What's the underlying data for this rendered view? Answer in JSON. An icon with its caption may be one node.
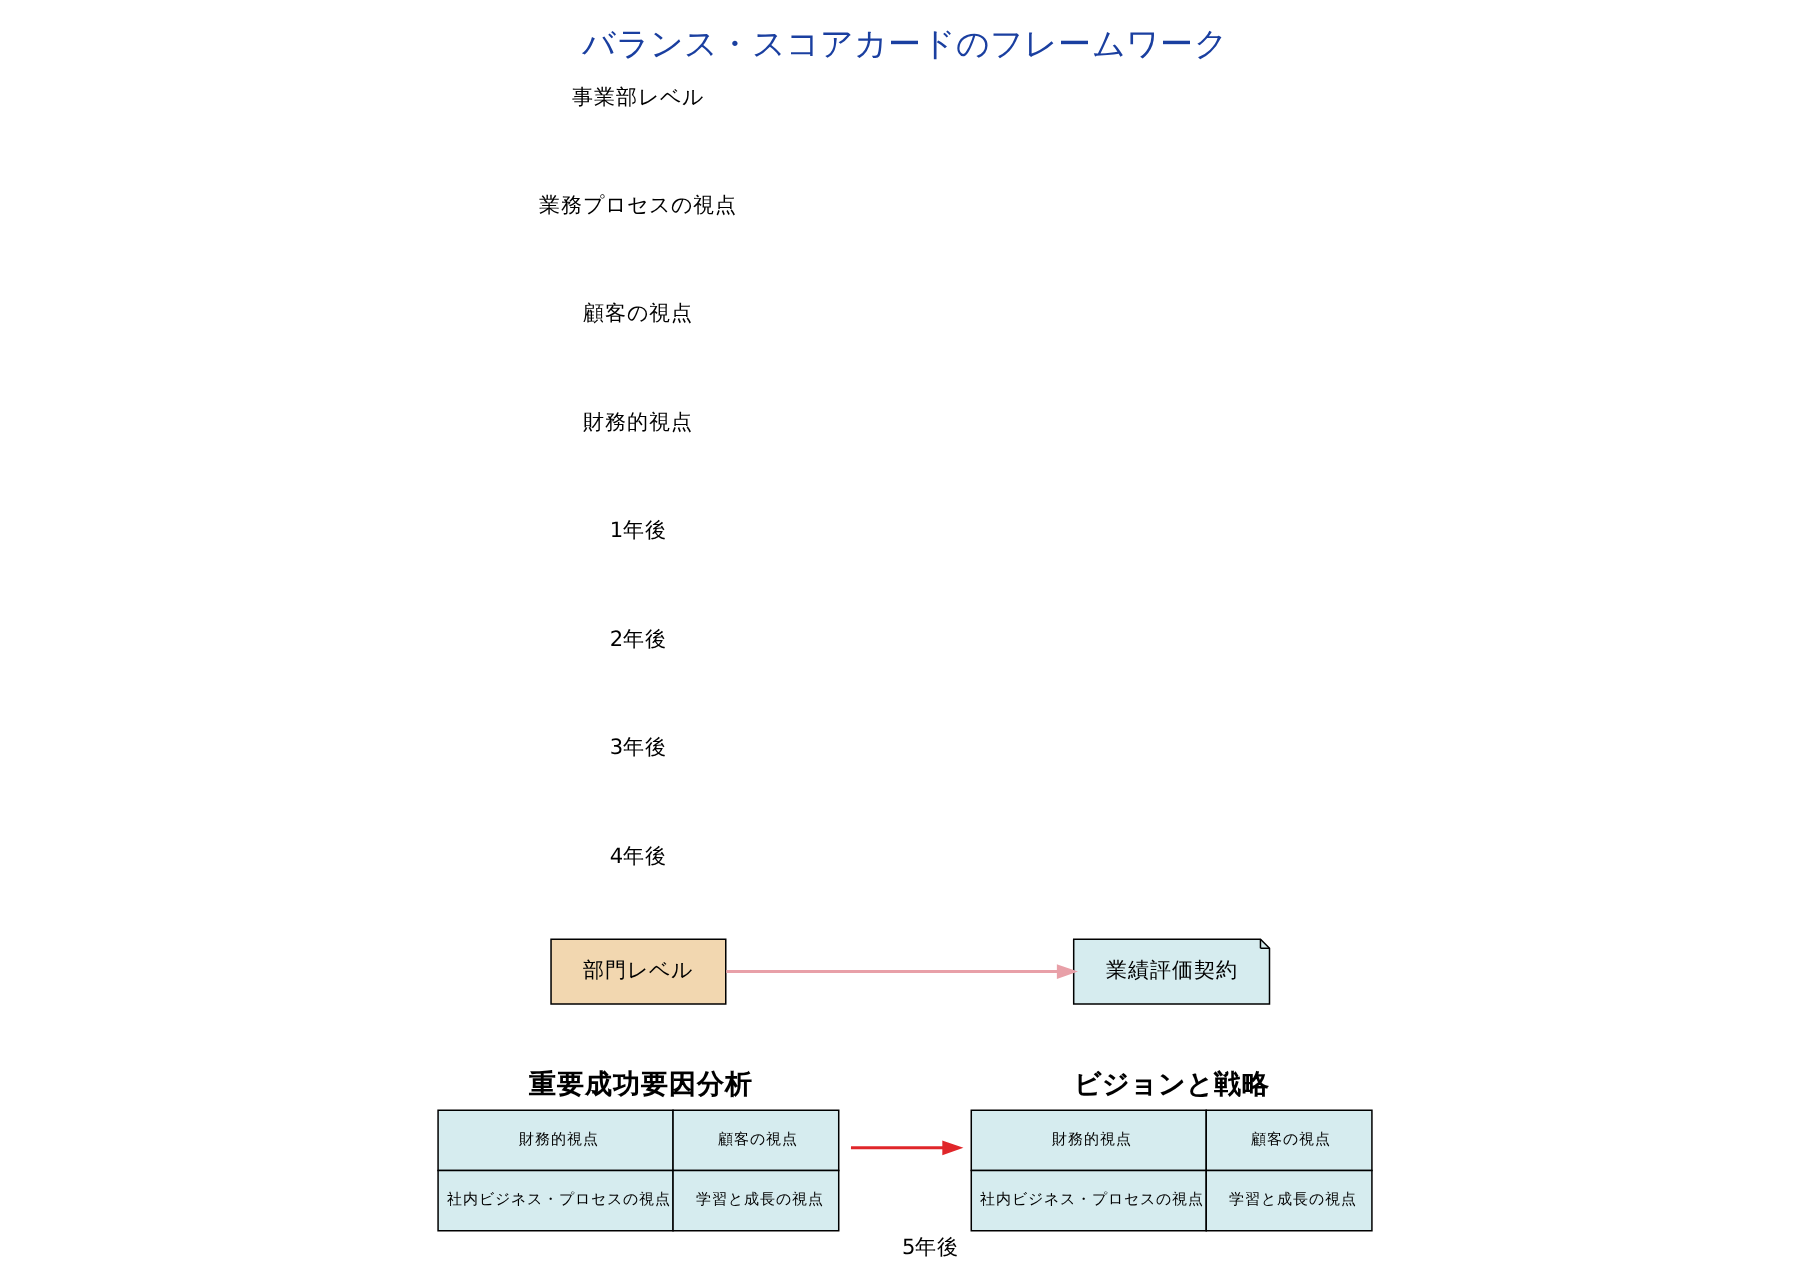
{
  "diagram": {
    "title": "バランス・スコアカードのフレームワーク",
    "nodes": [
      {
        "text": [
          "重要成功要因分析",
          "財務的視点",
          "顧客の視点",
          "社内ビジネス・プロセスの視点",
          "学習と成長の視点"
        ]
      },
      {
        "text": [
          "ビジョンと戦略",
          "財務的視点",
          "顧客の視点",
          "社内ビジネス・プロセスの視点",
          "学習と成長の視点"
        ],
        "beside": [
          "5年後"
        ]
      },
      {
        "text": [
          "部門レベル"
        ]
      },
      {
        "text": [
          "業績評価契約"
        ]
      }
    ],
    "edges": [
      {
        "from": 0,
        "to": 1,
        "arrow": "to",
        "color": "#e0262a"
      },
      {
        "from": 2,
        "to": 3,
        "arrow": "to",
        "color": "#e8a0a8"
      }
    ],
    "labels": [
      "4年後",
      "3年後",
      "2年後",
      "1年後",
      "財務的視点",
      "顧客の視点",
      "業務プロセスの視点",
      "事業部レベル"
    ]
  }
}
